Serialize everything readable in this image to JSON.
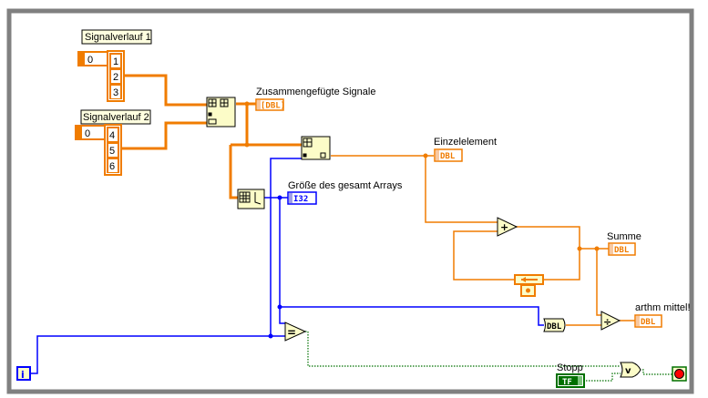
{
  "window": {
    "frame_color": "#808080"
  },
  "colors": {
    "double_wire": "#f07c00",
    "int_wire": "#0000ff",
    "bool_wire": "#007000",
    "node_fill": "#fcfcc8",
    "stop_light": "#ff0000"
  },
  "constants": {
    "signal1": {
      "label": "Signalverlauf 1",
      "index": "0",
      "values": [
        "1",
        "2",
        "3"
      ]
    },
    "signal2": {
      "label": "Signalverlauf 2",
      "index": "0",
      "values": [
        "4",
        "5",
        "6"
      ]
    }
  },
  "indicators": {
    "merged": {
      "label": "Zusammengefügte Signale",
      "type": "[DBL]"
    },
    "array_size": {
      "label": "Größe des gesamt Arrays",
      "type": "I32"
    },
    "element": {
      "label": "Einzelelement",
      "type": "DBL"
    },
    "sum": {
      "label": "Summe",
      "type": "DBL"
    },
    "mean": {
      "label": "arthm mittel!",
      "type": "DBL"
    }
  },
  "controls": {
    "stop": {
      "label": "Stopp",
      "type": "TF"
    }
  },
  "functions": {
    "build_array": "build-array",
    "index_array": "index-array",
    "array_size": "array-size",
    "add": "+",
    "divide": "÷",
    "equal": "=",
    "or": "v",
    "to_double": "DBL",
    "shift_register": "feedback-node",
    "iteration": "i",
    "loop_condition": "stop-if-true"
  }
}
